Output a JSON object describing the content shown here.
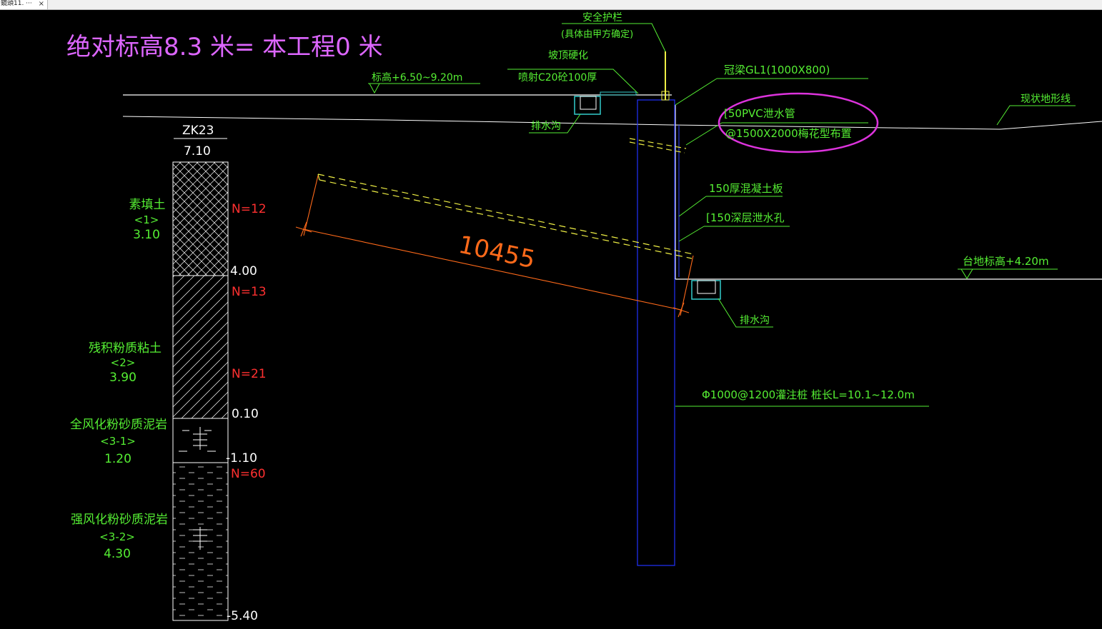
{
  "tab": {
    "label": "鏡頭11. ···",
    "close": "×"
  },
  "title": "绝对标高8.3 米= 本工程0 米",
  "annotations": {
    "guardrail": "安全护栏",
    "guardrail_note": "(具体由甲方确定)",
    "slope_top": "坡顶硬化",
    "shotcrete": "喷射C20砼100厚",
    "elevation_top": "标高+6.50~9.20m",
    "crown_beam": "冠梁GL1(1000X800)",
    "ground_line": "现状地形线",
    "drain_pipe": "[50PVC泄水管",
    "drain_pipe_layout": "@1500X2000梅花型布置",
    "drain_ditch_left": "排水沟",
    "drain_ditch_right": "排水沟",
    "concrete_board": "150厚混凝土板",
    "weep_hole": "[150深层泄水孔",
    "platform_elevation": "台地标高+4.20m",
    "pile": "Φ1000@1200灌注桩 桩长L=10.1~12.0m",
    "dimension": "10455"
  },
  "borehole": {
    "id": "ZK23",
    "top_elevation": "7.10",
    "layers": [
      {
        "name": "素填土",
        "code": "<1>",
        "thickness": "3.10",
        "n": "N=12",
        "bottom": "4.00"
      },
      {
        "name": "残积粉质粘土",
        "code": "<2>",
        "thickness": "3.90",
        "n": "N=13",
        "n2": "N=21",
        "bottom": "0.10"
      },
      {
        "name": "全风化粉砂质泥岩",
        "code": "<3-1>",
        "thickness": "1.20",
        "bottom": "-1.10"
      },
      {
        "name": "强风化粉砂质泥岩",
        "code": "<3-2>",
        "thickness": "4.30",
        "n": "N=60",
        "bottom": "-5.40"
      }
    ]
  },
  "colors": {
    "background": "#000000",
    "title": "#dd66ff",
    "label": "#55ee33",
    "n_value": "#ff3030",
    "white": "#ffffff",
    "pile": "#2233ff",
    "dimension": "#ff6a1a",
    "anchor": "#eeee44",
    "ditch": "#33cccc",
    "highlight": "#dd33dd"
  }
}
